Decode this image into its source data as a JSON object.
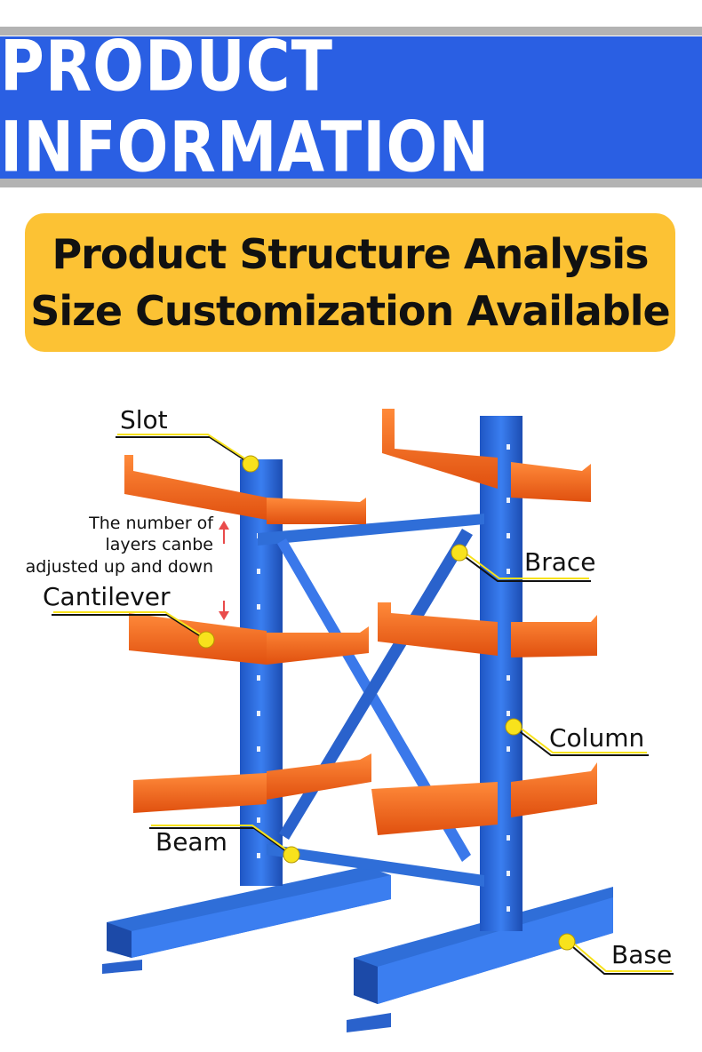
{
  "banner": {
    "title": "PRODUCT INFORMATION"
  },
  "headline": {
    "line1": "Product Structure Analysis",
    "line2": "Size Customization Available"
  },
  "labels": {
    "slot": "Slot",
    "brace": "Brace",
    "cantilever": "Cantilever",
    "column": "Column",
    "beam": "Beam",
    "base": "Base"
  },
  "note": {
    "line1": "The number of",
    "line2": "layers canbe",
    "line3": "adjusted up and down"
  },
  "colors": {
    "banner_blue": "#2a5fe3",
    "headline_yellow": "#fcc234",
    "rack_blue": "#2f6ed8",
    "arm_orange": "#f26a1b",
    "callout_yellow": "#f8e21c",
    "arrow_red": "#e94b4b"
  }
}
